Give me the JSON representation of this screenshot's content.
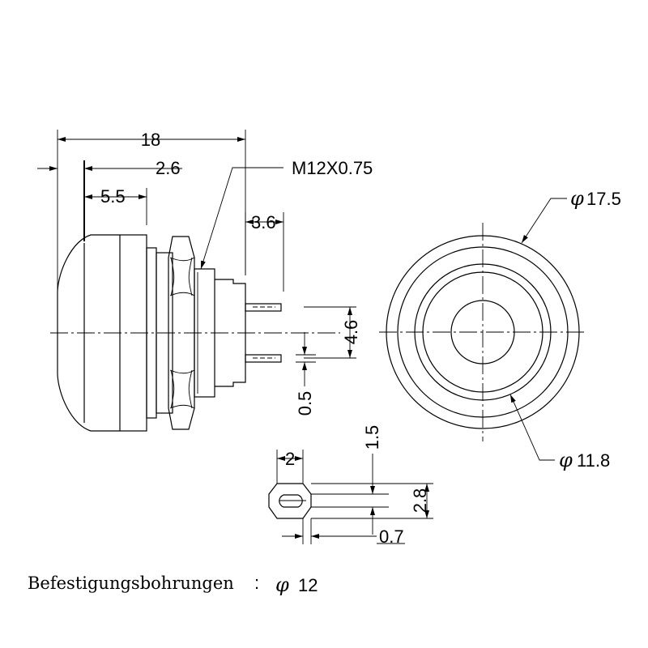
{
  "dimensions": {
    "overall_length": "18",
    "cap_offset": "2.6",
    "cap_length": "5.5",
    "thread_spec": "M12X0.75",
    "terminal_length": "3.6",
    "terminal_spacing": "4.6",
    "terminal_thickness": "0.5",
    "outer_diameter": "17.5",
    "inner_diameter": "11.8",
    "phi_symbol": "φ",
    "terminal_width": "2",
    "hole_width": "1.5",
    "terminal_height": "2.8",
    "hole_offset": "0.7"
  },
  "caption": {
    "label": "Befestigungsbohrungen",
    "separator": ":",
    "phi_symbol": "φ",
    "value": "12"
  }
}
